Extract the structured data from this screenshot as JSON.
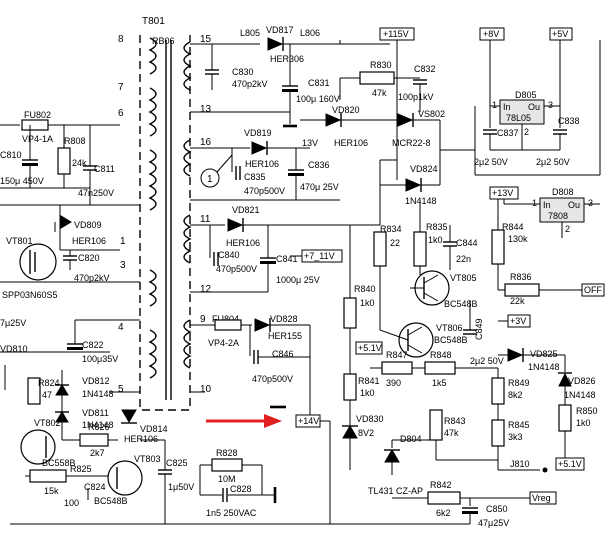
{
  "transformer": {
    "name": "T801",
    "core": "RB06",
    "pins": [
      "8",
      "7",
      "6",
      "1",
      "3",
      "4",
      "5",
      "15",
      "13",
      "16",
      "11",
      "12",
      "9",
      "10"
    ]
  },
  "rails": {
    "p115": "+115V",
    "p8": "+8V",
    "p5": "+5V",
    "p13": "+13V",
    "p7_11": "+7_11V",
    "p3": "+3V",
    "p5_1a": "+5.1V",
    "p5_1b": "+5.1V",
    "p14": "+14V",
    "off": "OFF",
    "vreg": "Vreg",
    "v13": "13V"
  },
  "ics": {
    "d805": {
      "ref": "D805",
      "type": "78L05",
      "in": "In",
      "out": "Ou",
      "p1": "1",
      "p3": "3",
      "p2": "2"
    },
    "d808": {
      "ref": "D808",
      "type": "7808",
      "in": "In",
      "out": "Ou",
      "p1": "1",
      "p3": "3",
      "p2": "2"
    }
  },
  "components": {
    "l805": "L805",
    "vd817": "VD817",
    "l806": "L806",
    "her306": "HER306",
    "c830": "C830",
    "c830v": "470p2kV",
    "c831": "C831",
    "c831v": "100μ 160V",
    "r830": "R830",
    "r830v": "47k",
    "c832": "C832",
    "c832v": "100p1kV",
    "vd820": "VD820",
    "vd820t": "HER106",
    "vs802": "VS802",
    "vs802t": "MCR22-8",
    "c837": "C837",
    "c837v": "2μ2 50V",
    "c838": "C838",
    "c838v": "2μ2 50V",
    "vd819": "VD819",
    "vd819t": "HER106",
    "c835": "C835",
    "c835v": "470p500V",
    "c836": "C836",
    "c836v": "470μ 25V",
    "vd824": "VD824",
    "vd824t": "1N4148",
    "vd821": "VD821",
    "vd821t": "HER106",
    "c840": "C840",
    "c840v": "470p500V",
    "c841": "C841",
    "c841v": "1000μ 25V",
    "r834": "R834",
    "r834v": "22",
    "r835": "R835",
    "r835v": "1k0",
    "c844": "C844",
    "c844v": "22n",
    "r844": "R844",
    "r844v": "130k",
    "vt805": "VT805",
    "vt805t": "BC548B",
    "r836": "R836",
    "r836v": "22k",
    "r840": "R840",
    "r840v": "1k0",
    "vt806": "VT806",
    "vt806t": "BC548B",
    "c849": "C849",
    "c849v": "2μ2 50V",
    "vd825": "VD825",
    "vd825t": "1N4148",
    "vd826": "VD826",
    "vd826t": "1N4148",
    "r847": "R847",
    "r847v": "390",
    "r848": "R848",
    "r848v": "1k5",
    "r849": "R849",
    "r849v": "8k2",
    "r841": "R841",
    "r841v": "1k0",
    "r850": "R850",
    "r850v": "1k0",
    "vd830": "VD830",
    "vd830v": "8V2",
    "r843": "R843",
    "r843v": "47k",
    "d804": "D804",
    "d804t": "TL431 CZ-AP",
    "r845": "R845",
    "r845v": "3k3",
    "j810": "J810",
    "r842": "R842",
    "r842v": "6k2",
    "c850": "C850",
    "c850v": "47μ25V",
    "fu804": "FU804",
    "fu804t": "VP4-2A",
    "vd828": "VD828",
    "vd828t": "HER155",
    "c846": "C846",
    "c846v": "470p500V",
    "r828": "R828",
    "r828v": "10M",
    "c828": "C828",
    "c828v": "1n5 250VAC",
    "fu802": "FU802",
    "fu802t": "VP4-1A",
    "r808": "R808",
    "r808v": "24k",
    "c810": "C810",
    "c810v": "150μ 450V",
    "c811": "C811",
    "c811v": "47n250V",
    "vd809": "VD809",
    "vd809t": "HER106",
    "vt801": "VT801",
    "vt801t": "SPP03N60S5",
    "c820": "C820",
    "c820v": "470p2kV",
    "c822": "C822",
    "c822v": "100μ35V",
    "vd810": "VD810",
    "r824": "R824",
    "r824v": "47",
    "vd812": "VD812",
    "vd812t": "1N4148",
    "vd811": "VD811",
    "vd811t": "1N4148",
    "vt802": "VT802",
    "vt802t": "BC558B",
    "r826": "R826",
    "r826v": "2k7",
    "vd814": "VD814",
    "vd814t": "HER106",
    "r825": "R825",
    "r825v": "15k",
    "vt803": "VT803",
    "vt803t": "BC548B",
    "c824": "C824",
    "c824v": "100",
    "c825": "C825",
    "c825v": "1μ50V",
    "leftcut": "7μ25V",
    "one": "1"
  },
  "colors": {
    "arrow": "#e02020",
    "ic_fill": "#e6e6e6"
  }
}
